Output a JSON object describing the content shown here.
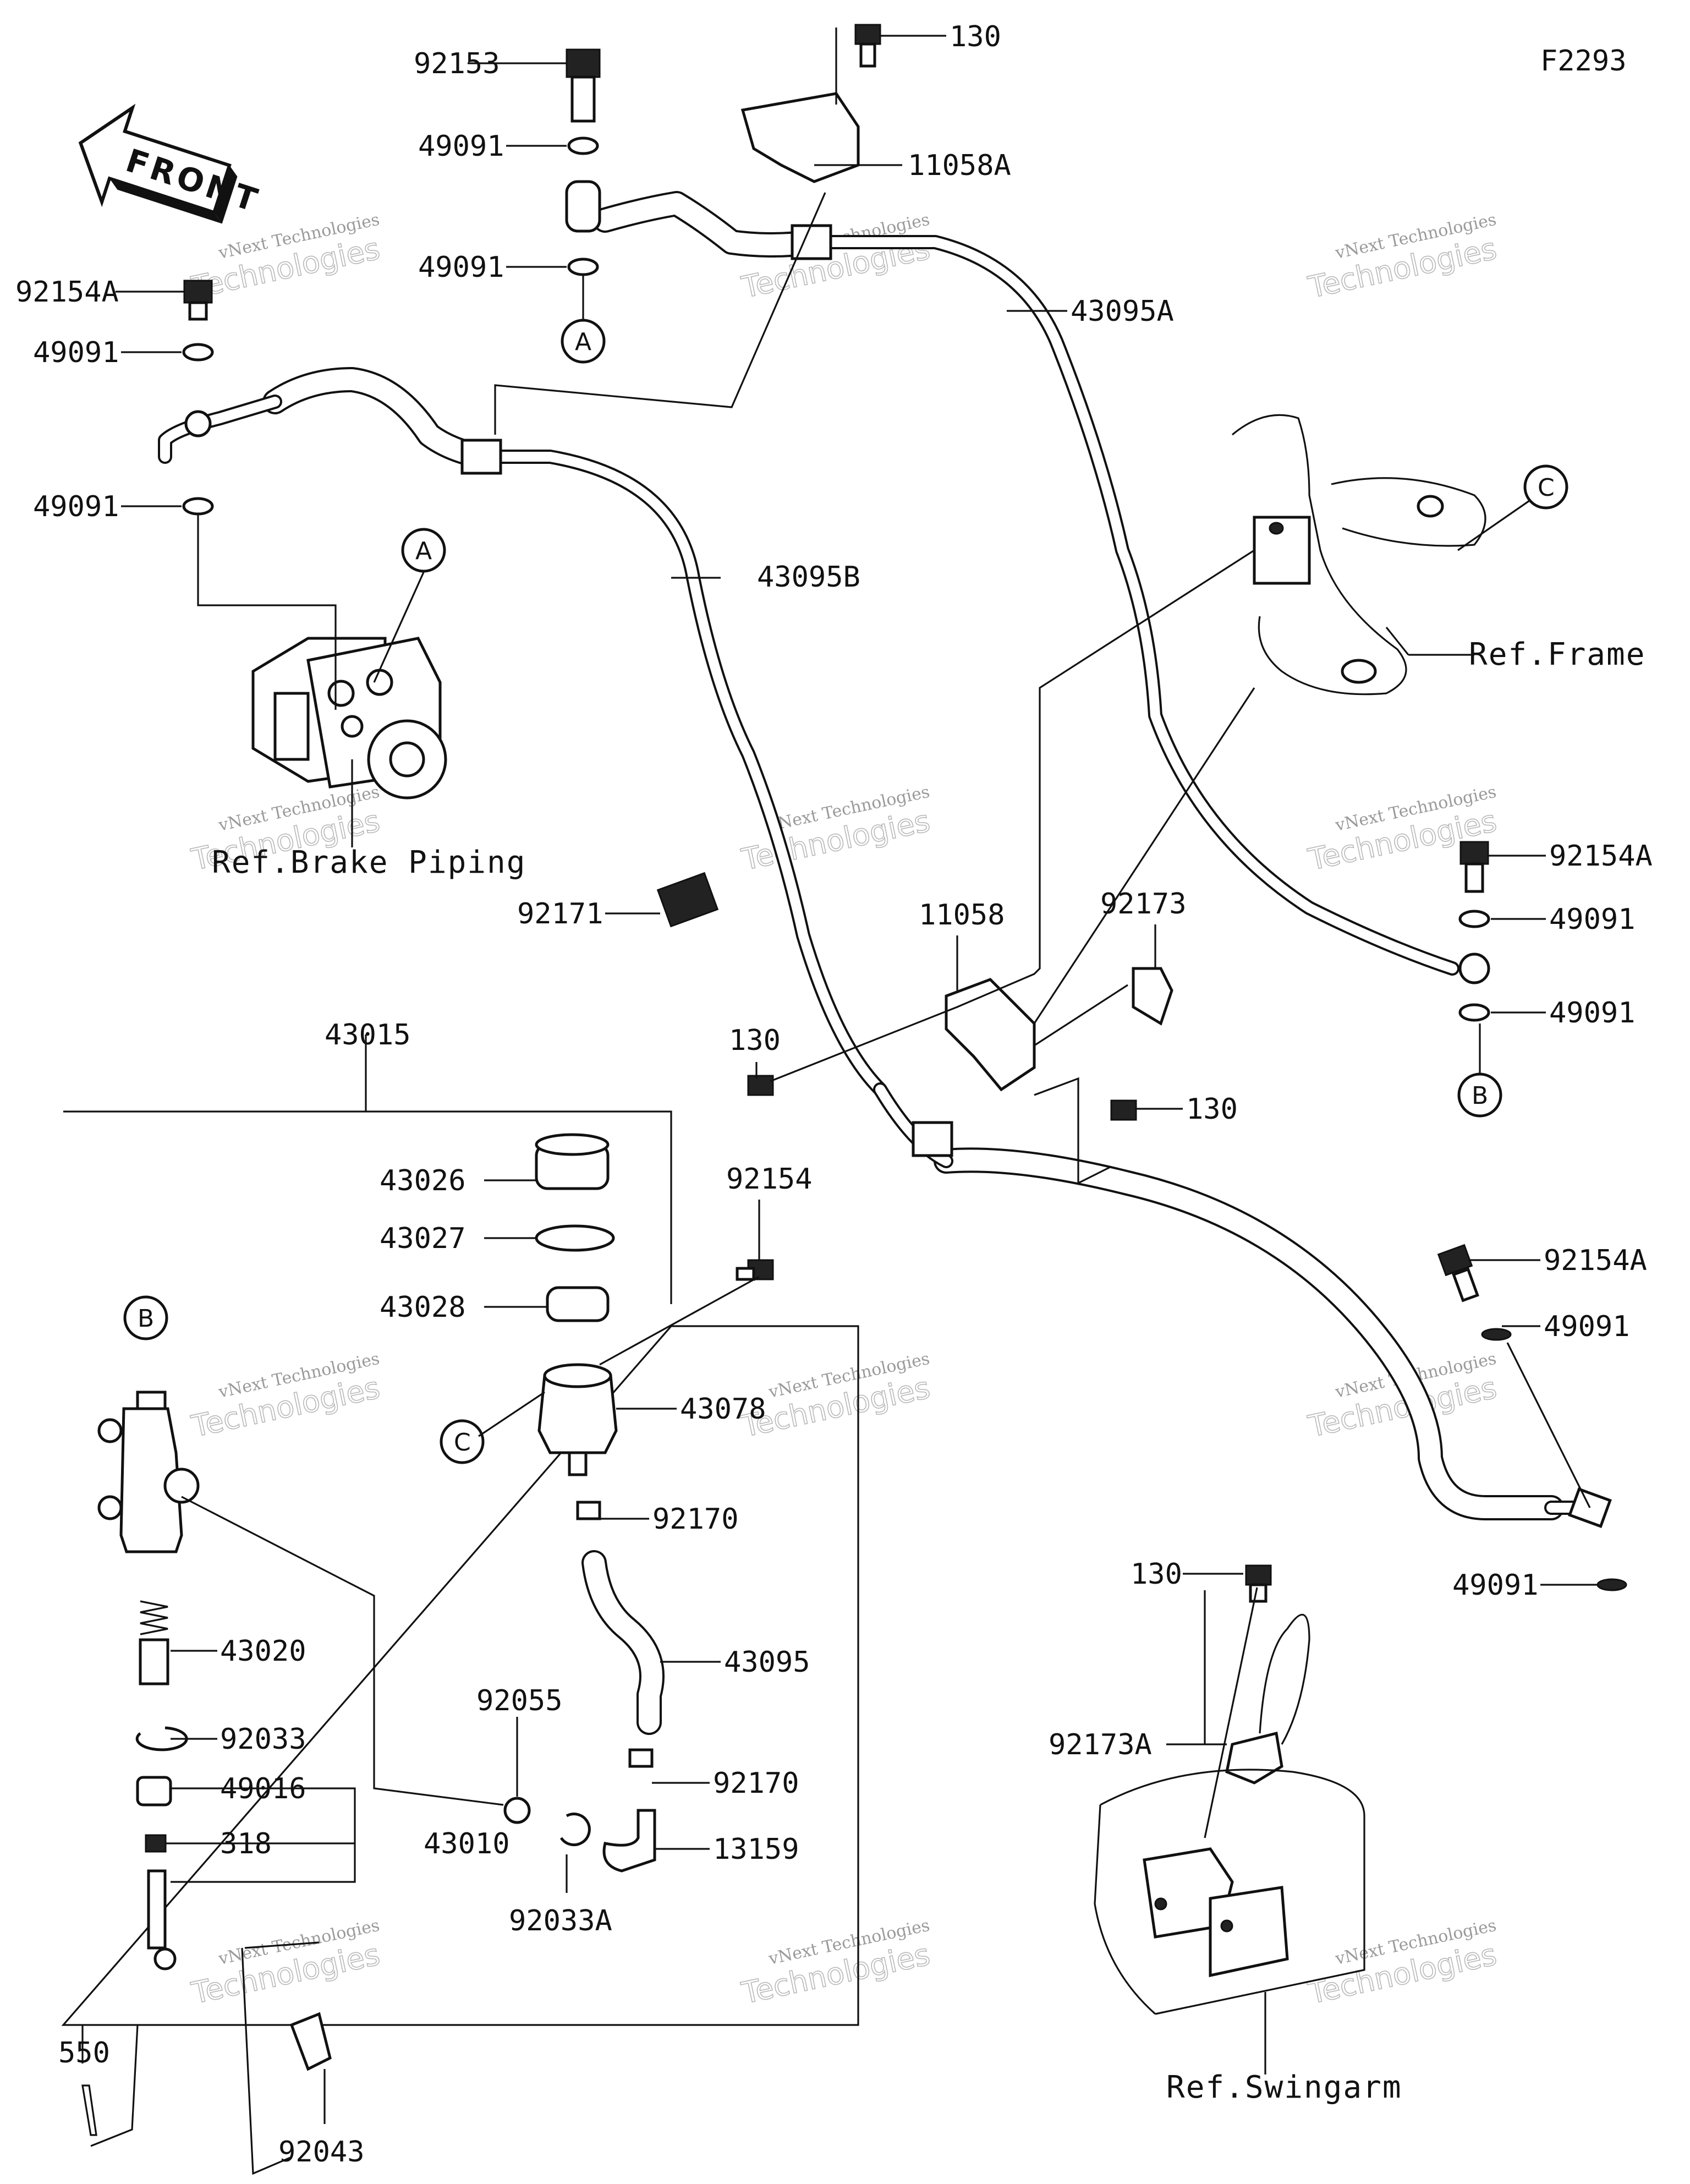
{
  "diagram_code": "F2293",
  "front_arrow_text": "FRONT",
  "watermark": {
    "line1": "vNext Technologies",
    "line2": "vNext",
    "line3": "Technologies"
  },
  "refs": {
    "frame": "Ref.Frame",
    "brake_piping": "Ref.Brake Piping",
    "swingarm": "Ref.Swingarm"
  },
  "circle_markers": {
    "a": "A",
    "b": "B",
    "c": "C"
  },
  "parts": {
    "p92153": "92153",
    "p130_top": "130",
    "p49091_a": "49091",
    "p11058A": "11058A",
    "p49091_b": "49091",
    "p92154A_left": "92154A",
    "p43095A": "43095A",
    "p49091_c": "49091",
    "p49091_d": "49091",
    "p43095B": "43095B",
    "p92154A_right1": "92154A",
    "p49091_e": "49091",
    "p49091_f": "49091",
    "p92171": "92171",
    "p11058": "11058",
    "p92173": "92173",
    "p43015": "43015",
    "p130_mid": "130",
    "p130_right": "130",
    "p92154": "92154",
    "p43026": "43026",
    "p43027": "43027",
    "p43028": "43028",
    "p92154A_right2": "92154A",
    "p49091_g": "49091",
    "p43078": "43078",
    "p92170_a": "92170",
    "p49091_h": "49091",
    "p43020": "43020",
    "p43095": "43095",
    "p130_low": "130",
    "p92055": "92055",
    "p92033": "92033",
    "p92173A": "92173A",
    "p92170_b": "92170",
    "p49016": "49016",
    "p318": "318",
    "p43010": "43010",
    "p13159": "13159",
    "p92033A": "92033A",
    "p550": "550",
    "p92043": "92043"
  }
}
